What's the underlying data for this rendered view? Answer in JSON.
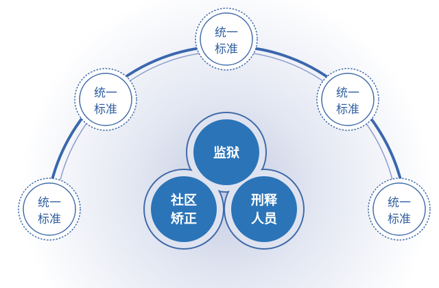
{
  "colors": {
    "primary": "#2b74b8",
    "outline": "#3f6aa8",
    "node_text": "#2f5e9e",
    "arc_thin": "#8c9ccc"
  },
  "outer_nodes": [
    {
      "line1": "统一",
      "line2": "标准"
    },
    {
      "line1": "统一",
      "line2": "标准"
    },
    {
      "line1": "统一",
      "line2": "标准"
    },
    {
      "line1": "统一",
      "line2": "标准"
    },
    {
      "line1": "统一",
      "line2": "标准"
    }
  ],
  "center": {
    "top": {
      "line1": "监狱"
    },
    "left": {
      "line1": "社区",
      "line2": "矫正"
    },
    "right": {
      "line1": "刑释",
      "line2": "人员"
    }
  }
}
